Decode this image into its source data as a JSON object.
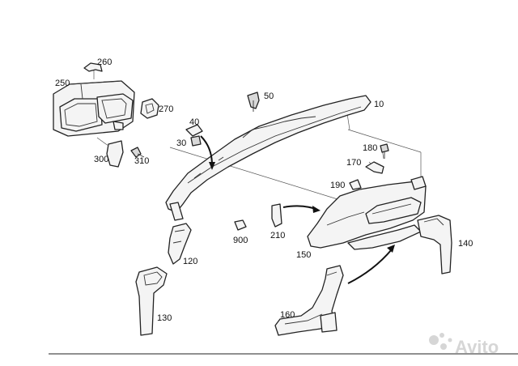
{
  "labels": {
    "p10": "10",
    "p30": "30",
    "p40": "40",
    "p50": "50",
    "p120": "120",
    "p130": "130",
    "p140": "140",
    "p150": "150",
    "p160": "160",
    "p170": "170",
    "p180": "180",
    "p190": "190",
    "p210": "210",
    "p250": "250",
    "p260": "260",
    "p270": "270",
    "p300": "300",
    "p310": "310",
    "p900": "900"
  },
  "watermark": {
    "text": "Avito"
  },
  "colors": {
    "line": "#222222",
    "fill": "#f4f4f4",
    "watermark": "#d6d6d6"
  }
}
